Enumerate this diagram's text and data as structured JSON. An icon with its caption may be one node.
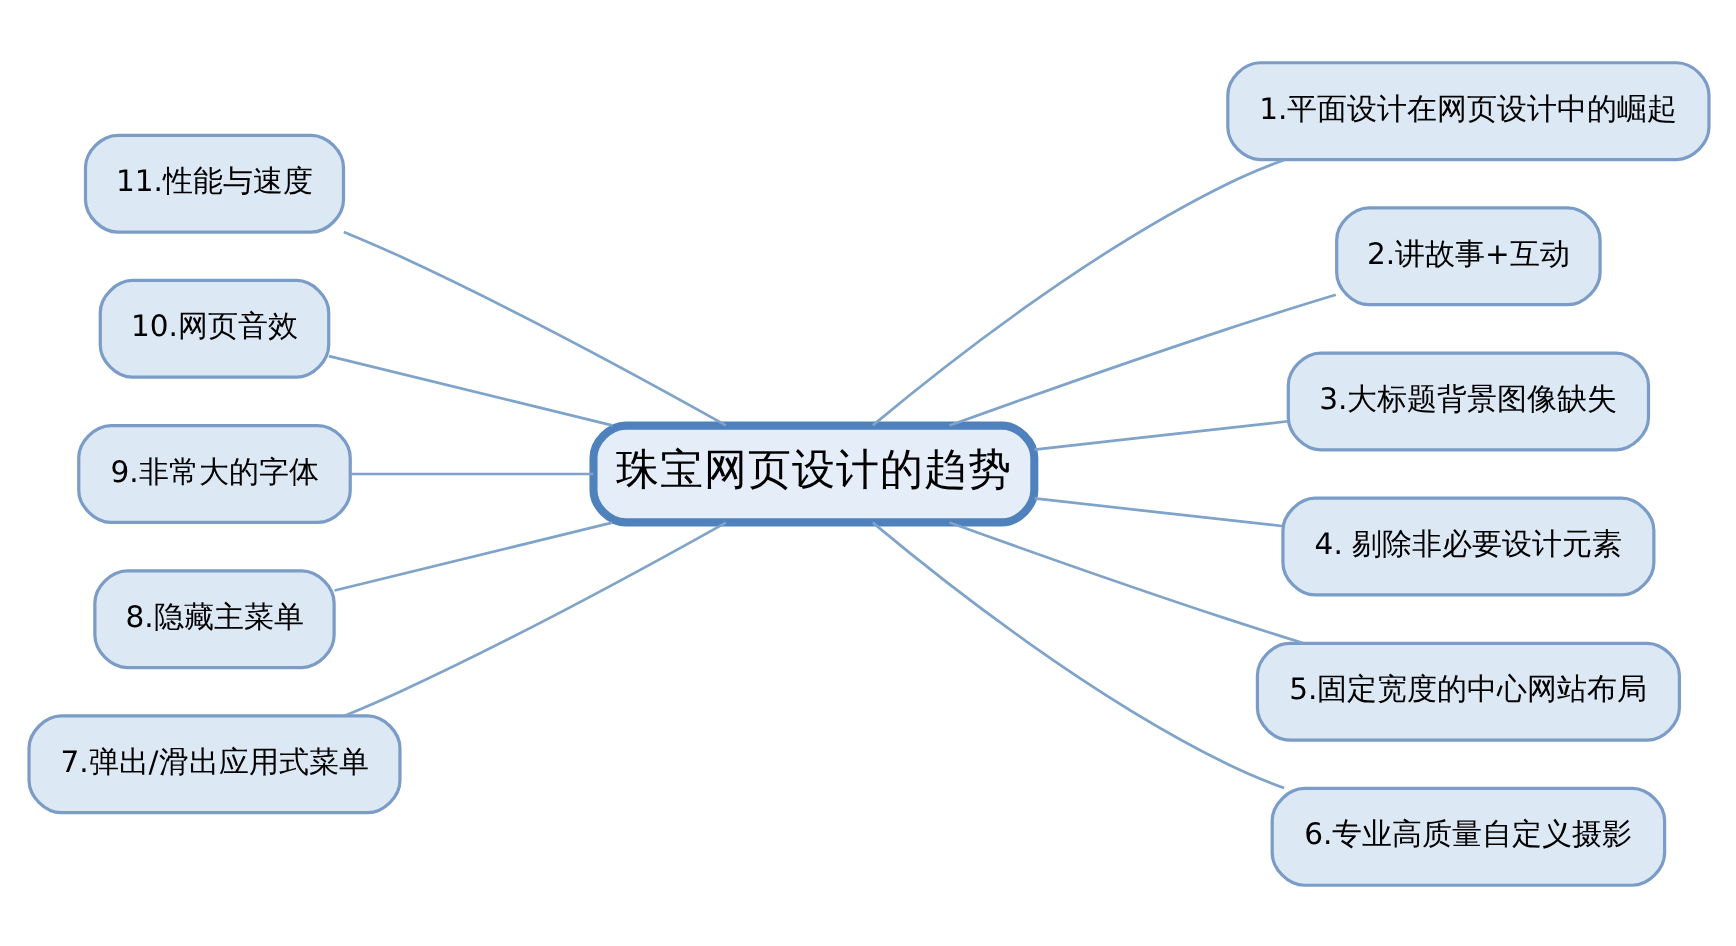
{
  "diagram": {
    "nodes": [
      {
        "text": [
          "珠宝网页设计的趋势"
        ]
      },
      {
        "text": [
          "1.平面设计在网页设计中的崛起"
        ]
      },
      {
        "text": [
          "2.讲故事+互动"
        ]
      },
      {
        "text": [
          "3.大标题背景图像缺失"
        ]
      },
      {
        "text": [
          "4. 剔除非必要设计元素"
        ]
      },
      {
        "text": [
          "5.固定宽度的中心网站布局"
        ]
      },
      {
        "text": [
          "6.专业高质量自定义摄影"
        ]
      },
      {
        "text": [
          "7.弹出/滑出应用式菜单"
        ]
      },
      {
        "text": [
          "8.隐藏主菜单"
        ]
      },
      {
        "text": [
          "9.非常大的字体"
        ]
      },
      {
        "text": [
          "10.网页音效"
        ]
      },
      {
        "text": [
          "11.性能与速度"
        ]
      }
    ],
    "edges": [
      {
        "from": 0,
        "to": 1,
        "arrow": "none"
      },
      {
        "from": 0,
        "to": 2,
        "arrow": "none"
      },
      {
        "from": 0,
        "to": 3,
        "arrow": "none"
      },
      {
        "from": 0,
        "to": 4,
        "arrow": "none"
      },
      {
        "from": 0,
        "to": 5,
        "arrow": "none"
      },
      {
        "from": 0,
        "to": 6,
        "arrow": "none"
      },
      {
        "from": 7,
        "to": 0,
        "arrow": "none"
      },
      {
        "from": 8,
        "to": 0,
        "arrow": "none"
      },
      {
        "from": 9,
        "to": 0,
        "arrow": "none"
      },
      {
        "from": 10,
        "to": 0,
        "arrow": "none"
      },
      {
        "from": 11,
        "to": 0,
        "arrow": "none"
      }
    ]
  }
}
